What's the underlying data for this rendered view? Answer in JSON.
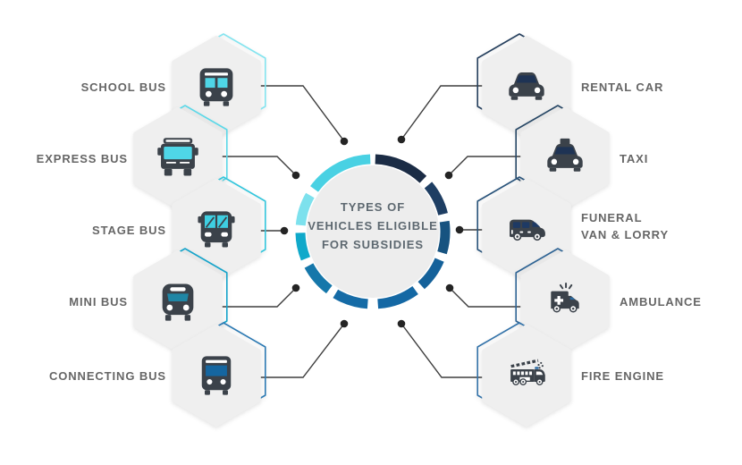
{
  "center": {
    "line1": "TYPES OF",
    "line2": "VEHICLES ELIGIBLE",
    "line3": "FOR SUBSIDIES",
    "text_color": "#5d6870",
    "fill": "#ededed"
  },
  "ring_segment_colors": [
    "#1b2c45",
    "#1e3e63",
    "#175380",
    "#14619a",
    "#1468a4",
    "#156ba6",
    "#1577aa",
    "#10a9ca",
    "#7de1ed",
    "#49d1e3"
  ],
  "connector": {
    "line_color": "#3e3e3e",
    "dot_color": "#242424"
  },
  "hexagon_fill": "#efefef",
  "icon_body_color": "#3b424a",
  "label_color": "#666666",
  "items": [
    {
      "id": "school-bus",
      "label": "SCHOOL BUS",
      "side": "left",
      "icon": "school-bus",
      "outline_color": "#84e4ef",
      "accent_color": "#4fd6e7"
    },
    {
      "id": "express-bus",
      "label": "EXPRESS BUS",
      "side": "left",
      "icon": "express-bus",
      "outline_color": "#5cd8e8",
      "accent_color": "#4fd6e7"
    },
    {
      "id": "stage-bus",
      "label": "STAGE BUS",
      "side": "left",
      "icon": "stage-bus",
      "outline_color": "#34c6dc",
      "accent_color": "#3ecfe2"
    },
    {
      "id": "mini-bus",
      "label": "MINI BUS",
      "side": "left",
      "icon": "mini-bus",
      "outline_color": "#16a4ca",
      "accent_color": "#1f86a5"
    },
    {
      "id": "connecting-bus",
      "label": "CONNECTING BUS",
      "side": "left",
      "icon": "connecting-bus",
      "outline_color": "#2d7ab3",
      "accent_color": "#1566a0"
    },
    {
      "id": "rental-car",
      "label": "RENTAL CAR",
      "side": "right",
      "icon": "rental-car",
      "outline_color": "#26405e",
      "accent_color": "#1e3354"
    },
    {
      "id": "taxi",
      "label": "TAXI",
      "side": "right",
      "icon": "taxi",
      "outline_color": "#274765",
      "accent_color": "#1e3354"
    },
    {
      "id": "funeral-van",
      "label": "FUNERAL\nVAN & LORRY",
      "side": "right",
      "icon": "funeral-van",
      "outline_color": "#2a547b",
      "accent_color": "#1e3a64"
    },
    {
      "id": "ambulance",
      "label": "AMBULANCE",
      "side": "right",
      "icon": "ambulance",
      "outline_color": "#2f6494",
      "accent_color": "#2b6ba3"
    },
    {
      "id": "fire-engine",
      "label": "FIRE ENGINE",
      "side": "right",
      "icon": "fire-engine",
      "outline_color": "#3473a9",
      "accent_color": "#2b6ba3"
    }
  ]
}
